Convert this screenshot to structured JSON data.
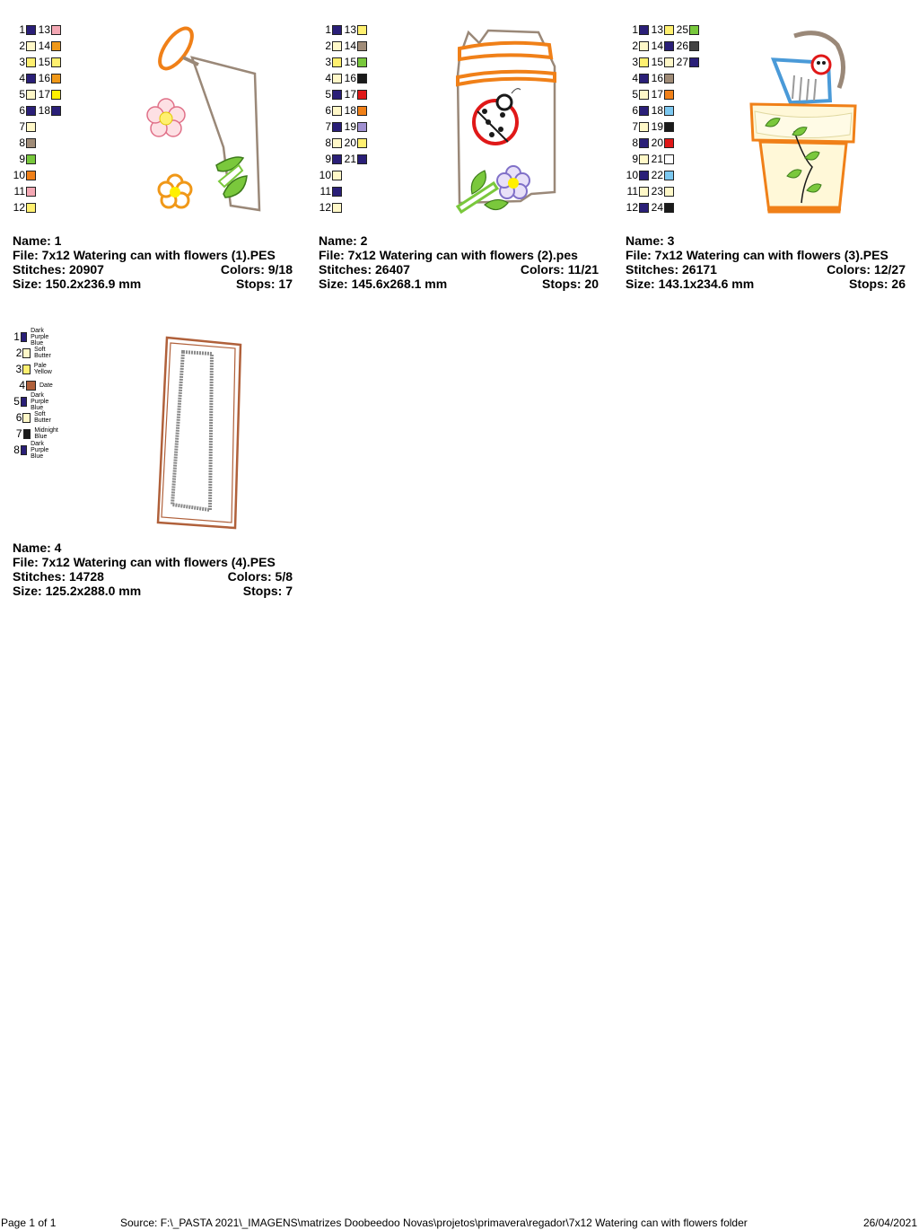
{
  "designs": [
    {
      "name_label": "Name: 1",
      "file_label": "File: 7x12 Watering can with flowers (1).PES",
      "stitches_label": "Stitches: 20907",
      "colors_label": "Colors: 9/18",
      "size_label": "Size: 150.2x236.9 mm",
      "stops_label": "Stops: 17",
      "swatches": [
        {
          "n": "1",
          "color": "#2a1f78"
        },
        {
          "n": "2",
          "color": "#fff8c8"
        },
        {
          "n": "3",
          "color": "#fff070"
        },
        {
          "n": "4",
          "color": "#2a1f78"
        },
        {
          "n": "5",
          "color": "#fff8c8"
        },
        {
          "n": "6",
          "color": "#2a1f78"
        },
        {
          "n": "7",
          "color": "#fff8c8"
        },
        {
          "n": "8",
          "color": "#a08c78"
        },
        {
          "n": "9",
          "color": "#78c83c"
        },
        {
          "n": "10",
          "color": "#f08018"
        },
        {
          "n": "11",
          "color": "#f4a8b4"
        },
        {
          "n": "12",
          "color": "#fff070"
        },
        {
          "n": "13",
          "color": "#f4a8b4"
        },
        {
          "n": "14",
          "color": "#f09818"
        },
        {
          "n": "15",
          "color": "#fff070"
        },
        {
          "n": "16",
          "color": "#f09818"
        },
        {
          "n": "17",
          "color": "#fff000"
        },
        {
          "n": "18",
          "color": "#2a1f78"
        }
      ]
    },
    {
      "name_label": "Name: 2",
      "file_label": "File: 7x12 Watering can with flowers (2).pes",
      "stitches_label": "Stitches: 26407",
      "colors_label": "Colors: 11/21",
      "size_label": "Size: 145.6x268.1 mm",
      "stops_label": "Stops: 20",
      "swatches": [
        {
          "n": "1",
          "color": "#2a1f78"
        },
        {
          "n": "2",
          "color": "#fff8c8"
        },
        {
          "n": "3",
          "color": "#fff070"
        },
        {
          "n": "4",
          "color": "#fff8c8"
        },
        {
          "n": "5",
          "color": "#2a1f78"
        },
        {
          "n": "6",
          "color": "#fff8c8"
        },
        {
          "n": "7",
          "color": "#2a1f78"
        },
        {
          "n": "8",
          "color": "#fff8c8"
        },
        {
          "n": "9",
          "color": "#2a1f78"
        },
        {
          "n": "10",
          "color": "#fff8c8"
        },
        {
          "n": "11",
          "color": "#2a1f78"
        },
        {
          "n": "12",
          "color": "#fff8c8"
        },
        {
          "n": "13",
          "color": "#fff070"
        },
        {
          "n": "14",
          "color": "#a08c78"
        },
        {
          "n": "15",
          "color": "#78c83c"
        },
        {
          "n": "16",
          "color": "#1a1a1a"
        },
        {
          "n": "17",
          "color": "#e01818"
        },
        {
          "n": "18",
          "color": "#f08018"
        },
        {
          "n": "19",
          "color": "#a090d0"
        },
        {
          "n": "20",
          "color": "#fff070"
        },
        {
          "n": "21",
          "color": "#2a1f78"
        }
      ]
    },
    {
      "name_label": "Name: 3",
      "file_label": "File: 7x12 Watering can with flowers (3).PES",
      "stitches_label": "Stitches: 26171",
      "colors_label": "Colors: 12/27",
      "size_label": "Size: 143.1x234.6 mm",
      "stops_label": "Stops: 26",
      "swatches": [
        {
          "n": "1",
          "color": "#2a1f78"
        },
        {
          "n": "2",
          "color": "#fff8c8"
        },
        {
          "n": "3",
          "color": "#fff070"
        },
        {
          "n": "4",
          "color": "#2a1f78"
        },
        {
          "n": "5",
          "color": "#fff8c8"
        },
        {
          "n": "6",
          "color": "#2a1f78"
        },
        {
          "n": "7",
          "color": "#fff8c8"
        },
        {
          "n": "8",
          "color": "#2a1f78"
        },
        {
          "n": "9",
          "color": "#fff8c8"
        },
        {
          "n": "10",
          "color": "#2a1f78"
        },
        {
          "n": "11",
          "color": "#fff8c8"
        },
        {
          "n": "12",
          "color": "#2a1f78"
        },
        {
          "n": "13",
          "color": "#fff070"
        },
        {
          "n": "14",
          "color": "#2a1f78"
        },
        {
          "n": "15",
          "color": "#fff8c8"
        },
        {
          "n": "16",
          "color": "#a08c78"
        },
        {
          "n": "17",
          "color": "#f08018"
        },
        {
          "n": "18",
          "color": "#7cc8f0"
        },
        {
          "n": "19",
          "color": "#1a1a1a"
        },
        {
          "n": "20",
          "color": "#e01818"
        },
        {
          "n": "21",
          "color": "#ffffff"
        },
        {
          "n": "22",
          "color": "#7cc8f0"
        },
        {
          "n": "23",
          "color": "#fff8c8"
        },
        {
          "n": "24",
          "color": "#1a1a1a"
        },
        {
          "n": "25",
          "color": "#78c83c"
        },
        {
          "n": "26",
          "color": "#444444"
        },
        {
          "n": "27",
          "color": "#2a1f78"
        }
      ]
    },
    {
      "name_label": "Name: 4",
      "file_label": "File: 7x12 Watering can with flowers (4).PES",
      "stitches_label": "Stitches: 14728",
      "colors_label": "Colors: 5/8",
      "size_label": "Size: 125.2x288.0 mm",
      "stops_label": "Stops: 7",
      "swatches": [
        {
          "n": "1",
          "color": "#2a1f78",
          "name": "Dark Purple Blue"
        },
        {
          "n": "2",
          "color": "#fff8c8",
          "name": "Soft Butter"
        },
        {
          "n": "3",
          "color": "#fff070",
          "name": "Pale Yellow"
        },
        {
          "n": "4",
          "color": "#b0603a",
          "name": "Date"
        },
        {
          "n": "5",
          "color": "#2a1f78",
          "name": "Dark Purple Blue"
        },
        {
          "n": "6",
          "color": "#fff8c8",
          "name": "Soft Butter"
        },
        {
          "n": "7",
          "color": "#1a1a1a",
          "name": "Midnight Blue"
        },
        {
          "n": "8",
          "color": "#2a1f78",
          "name": "Dark Purple Blue"
        }
      ]
    }
  ],
  "footer": {
    "page": "Page 1 of 1",
    "source": "Source: F:\\_PASTA 2021\\_IMAGENS\\matrizes Doobeedoo Novas\\projetos\\primavera\\regador\\7x12 Watering can with flowers folder",
    "date": "26/04/2021"
  }
}
